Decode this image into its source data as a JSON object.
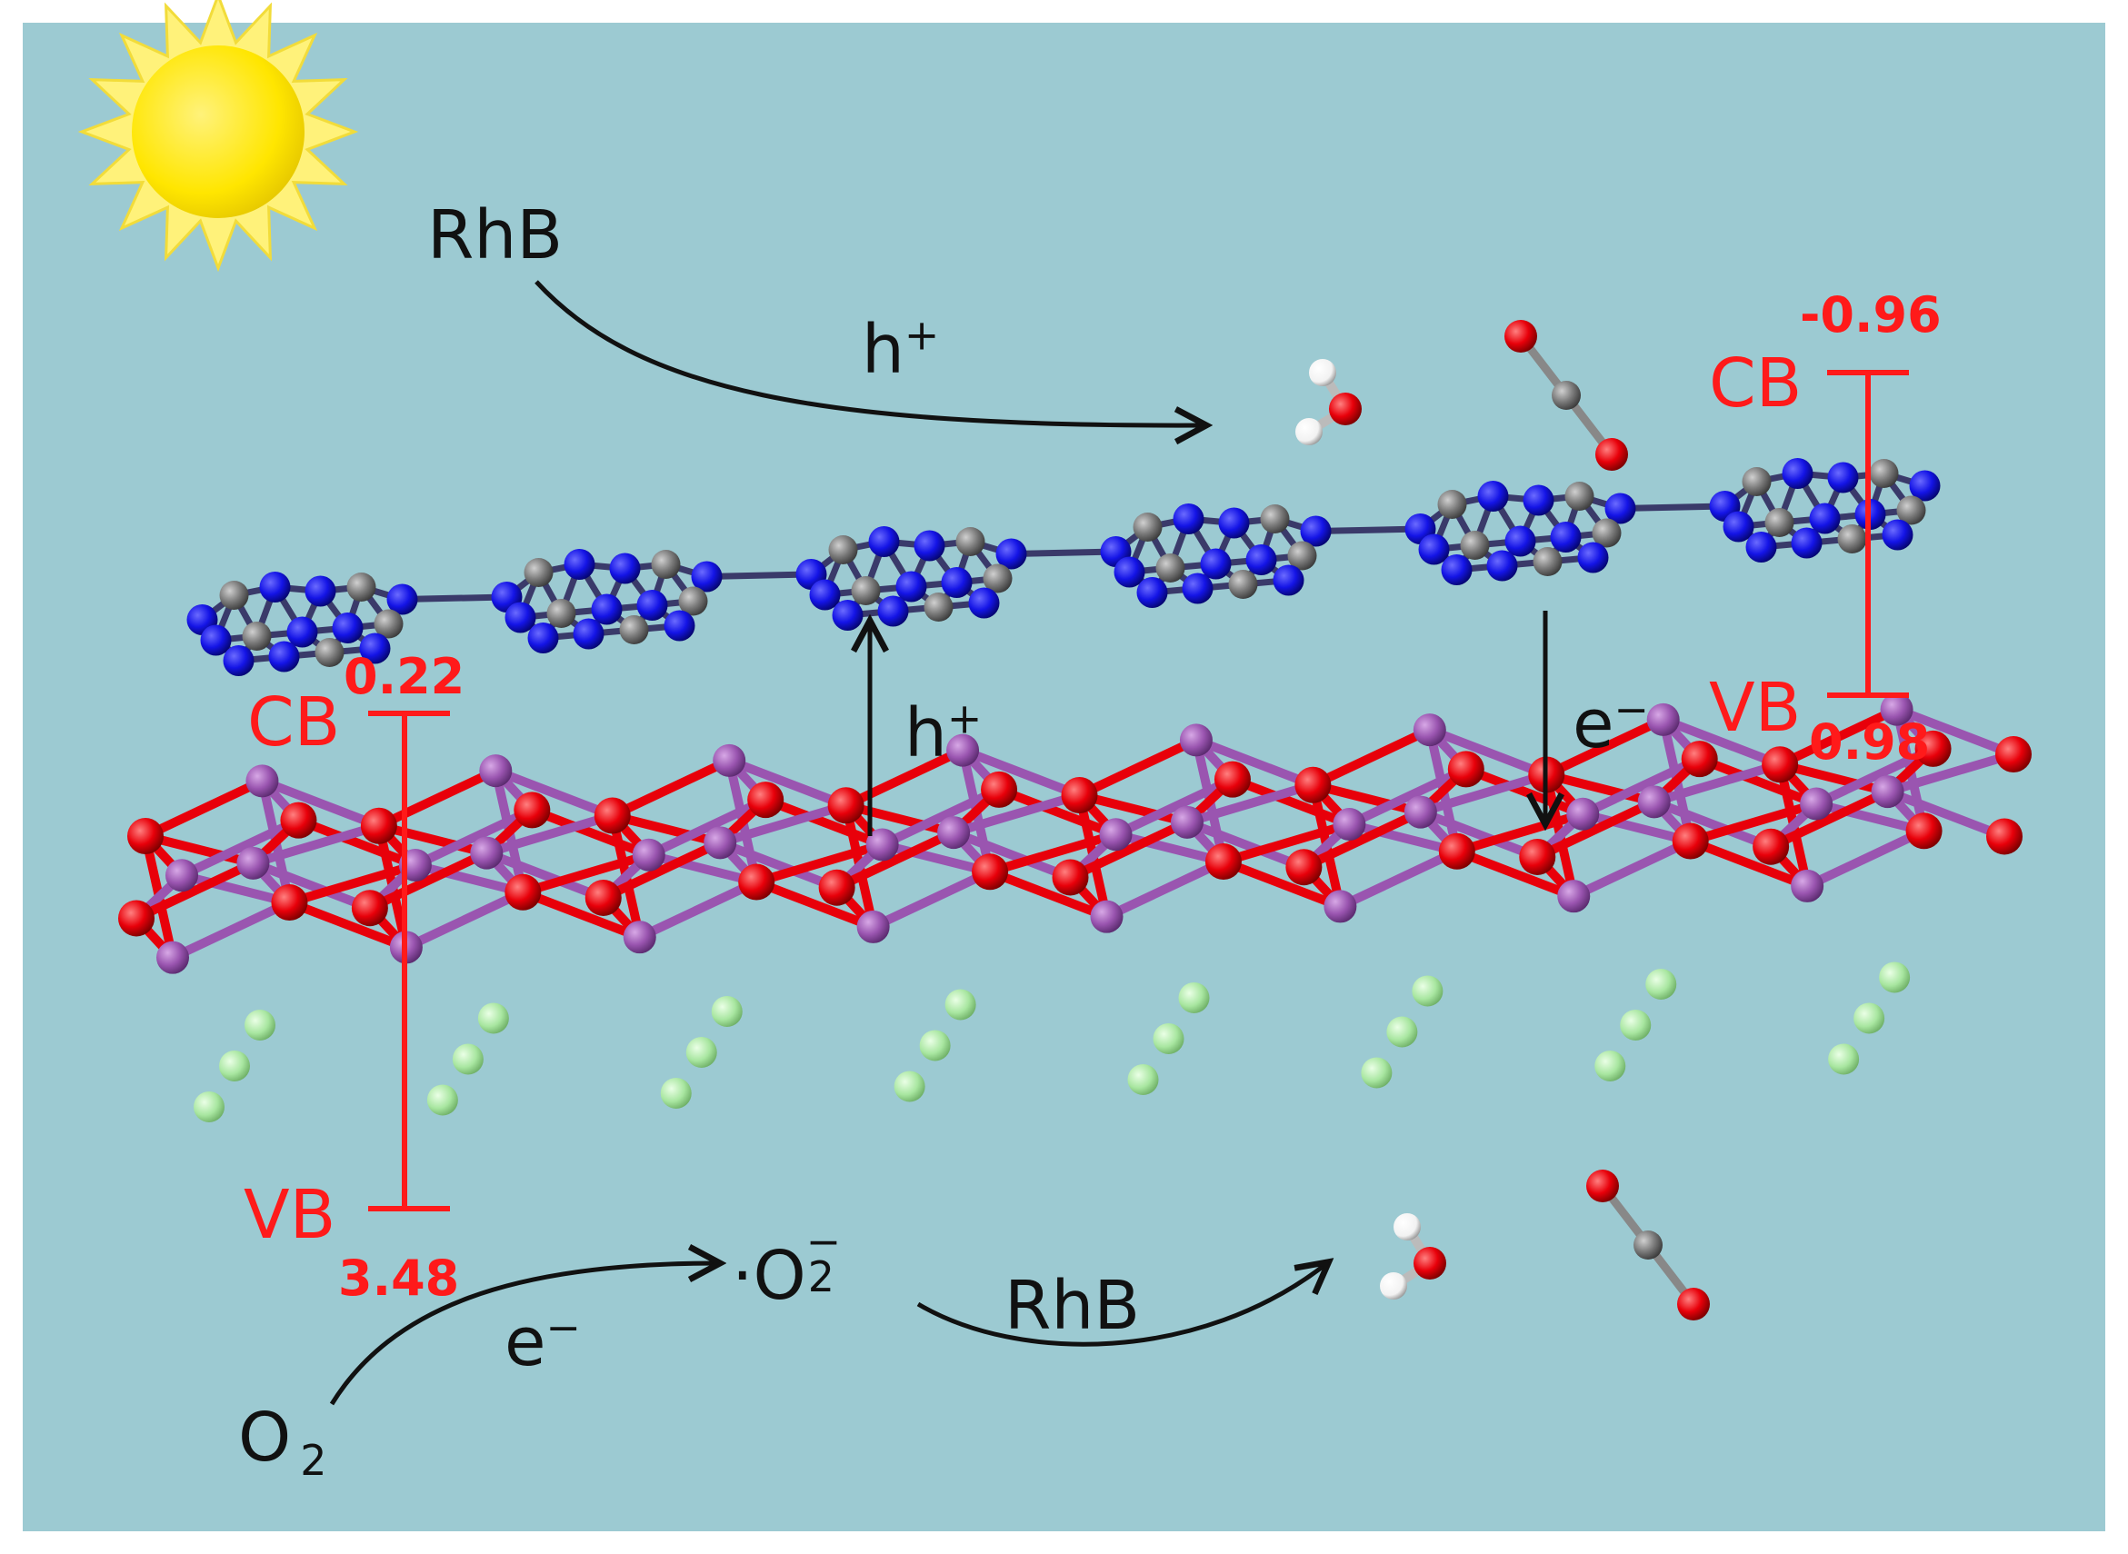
{
  "labels": {
    "rhb_top": "RhB",
    "h_plus_top": "h",
    "h_plus_mid": "h",
    "plus_sign": "+",
    "e_minus_mid": "e",
    "e_minus_bottom": "e",
    "minus_sign": "−",
    "superoxide_dot": "·O",
    "superoxide_sub": "2",
    "superoxide_sup": "−",
    "o2": "O",
    "o2_sub": "2",
    "rhb_bottom": "RhB"
  },
  "band_left": {
    "cb_label": "CB",
    "vb_label": "VB",
    "cb_value": "0.22",
    "vb_value": "3.48"
  },
  "band_right": {
    "cb_label": "CB",
    "vb_label": "VB",
    "cb_value": "-0.96",
    "vb_value": "0.98"
  },
  "colors": {
    "background": "#9ccad2",
    "band": "#ff1a1a",
    "nitrogen": "#1414e6",
    "carbon": "#7a7a7a",
    "bismuth": "#9a55b0",
    "oxygen": "#e8000a",
    "chlorine": "#a8e6a0",
    "hydrogen": "#ffffff",
    "sun": "#ffe600"
  },
  "icons": [
    "sun-icon",
    "water-molecule-icon",
    "carbon-dioxide-molecule-icon"
  ]
}
